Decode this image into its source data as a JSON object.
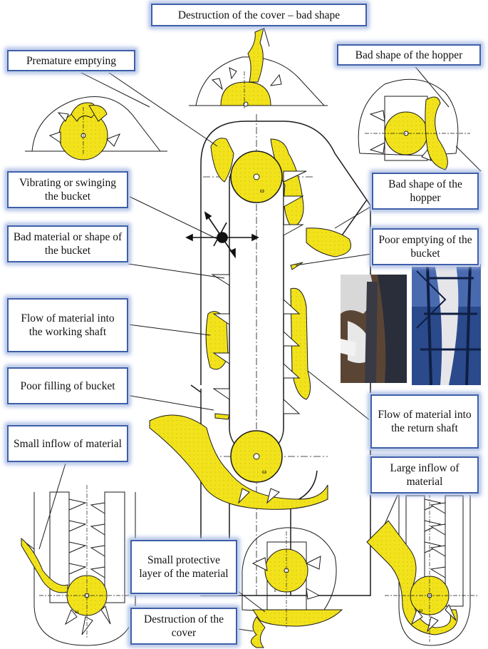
{
  "labels": {
    "cover_bad_shape": "Destruction of the cover – bad shape",
    "premature_emptying": "Premature emptying",
    "bad_hopper_top": "Bad shape of the hopper",
    "vibrating": "Vibrating or swinging the bucket",
    "bad_hopper_right": "Bad shape of the hopper",
    "bad_material": "Bad material or shape of the bucket",
    "poor_emptying": "Poor emptying of the bucket",
    "flow_working": "Flow of material into the working shaft",
    "poor_filling": "Poor filling of bucket",
    "flow_return": "Flow of material into the return shaft",
    "small_inflow": "Small inflow of material",
    "large_inflow": "Large inflow of material",
    "protective_layer": "Small protective layer of the material",
    "destruction_cover": "Destruction of the cover"
  },
  "symbols": {
    "omega": "ω",
    "epsilon": "ε"
  },
  "colors": {
    "material": "#f1e21c",
    "material_dark": "#c9b800",
    "outline": "#1a1a1a",
    "label_border": "#3e5fa8",
    "photo_blue": "#2a4a8c"
  }
}
